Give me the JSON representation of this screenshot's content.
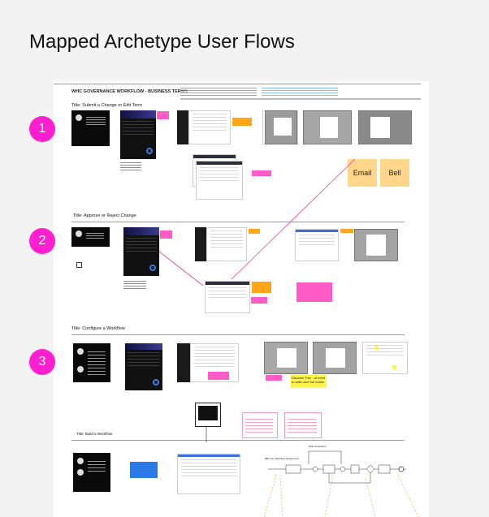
{
  "page": {
    "title": "Mapped Archetype User Flows"
  },
  "board": {
    "header": "WHC GOVERNANCE WORKFLOW - BUSINESS TERMS",
    "flows": [
      {
        "number": "1",
        "title": "Title: Submit a Change or Edit Term"
      },
      {
        "number": "2",
        "title": "Title: Approve or Reject Change"
      },
      {
        "number": "3",
        "title": "Title: Configure a Workflow"
      },
      {
        "number": "",
        "title": "Title: Build a Workflow"
      }
    ],
    "stickies": {
      "email": "Email",
      "bell": "Bell",
      "disclose_tree": "Disclose Tree - of need to walk user the matrix"
    },
    "diagram_label": "RBC Qm Workflow Assignment",
    "diagram_label2": "ECE completion"
  },
  "colors": {
    "accent_magenta": "#ff1fd0",
    "sticky_orange": "#ffd68a",
    "connector_pink": "#f04090"
  }
}
